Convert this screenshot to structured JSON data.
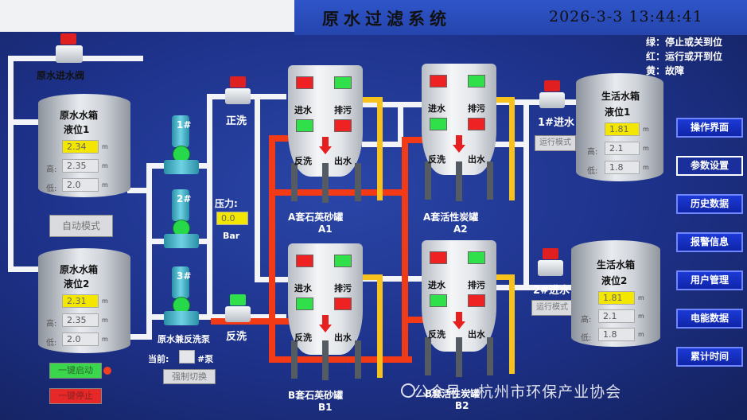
{
  "header": {
    "title": "原水过滤系统",
    "datetime": "2026-3-3  13:44:41"
  },
  "legend": [
    "绿：停止或关到位",
    "红：运行或开到位",
    "黄：故障"
  ],
  "inlet_valve": {
    "label": "原水进水阀"
  },
  "raw_tank1": {
    "title": "原水水箱",
    "sub": "液位1",
    "level": "2.34",
    "high_label": "高:",
    "high": "2.35",
    "low_label": "低:",
    "low": "2.0",
    "unit": "m"
  },
  "raw_tank2": {
    "title": "原水水箱",
    "sub": "液位2",
    "level": "2.31",
    "high_label": "高:",
    "high": "2.35",
    "low_label": "低:",
    "low": "2.0",
    "unit": "m"
  },
  "auto_mode": "自动模式",
  "pumps": {
    "p1": "1#",
    "p2": "2#",
    "p3": "3#",
    "label": "原水兼反洗泵",
    "current_label": "当前:",
    "current_value": "",
    "current_suffix": "#泵",
    "force_switch": "强制切换"
  },
  "buttons": {
    "start": "一键启动",
    "stop": "一键停止"
  },
  "washing": {
    "forward": "正洗",
    "back": "反洗",
    "pressure_label": "压力:",
    "pressure": "0.0",
    "pressure_unit": "Bar"
  },
  "vessels": {
    "A1": {
      "name": "A套石英砂罐",
      "code": "A1"
    },
    "A2": {
      "name": "A套活性炭罐",
      "code": "A2"
    },
    "B1": {
      "name": "B套石英砂罐",
      "code": "B1"
    },
    "B2": {
      "name": "B套活性炭罐",
      "code": "B2"
    },
    "labels": {
      "in": "进水",
      "drain": "排污",
      "backwash": "反洗",
      "out": "出水"
    }
  },
  "inlets": {
    "in1": "1#进水",
    "in2": "2#进水",
    "mode1": "运行模式",
    "mode2": "运行模式"
  },
  "life_tank1": {
    "title": "生活水箱",
    "sub": "液位1",
    "level": "1.81",
    "high_label": "高:",
    "high": "2.1",
    "low_label": "低:",
    "low": "1.8",
    "unit": "m"
  },
  "life_tank2": {
    "title": "生活水箱",
    "sub": "液位2",
    "level": "1.81",
    "high_label": "高:",
    "high": "2.1",
    "low_label": "低:",
    "low": "1.8",
    "unit": "m"
  },
  "nav": [
    "操作界面",
    "参数设置",
    "历史数据",
    "报警信息",
    "用户管理",
    "电能数据",
    "累计时间"
  ],
  "watermark": "公众号 · 杭州市环保产业协会",
  "colors": {
    "stop": "#2fe04a",
    "run": "#ee2222",
    "fault": "#f7c21e"
  }
}
